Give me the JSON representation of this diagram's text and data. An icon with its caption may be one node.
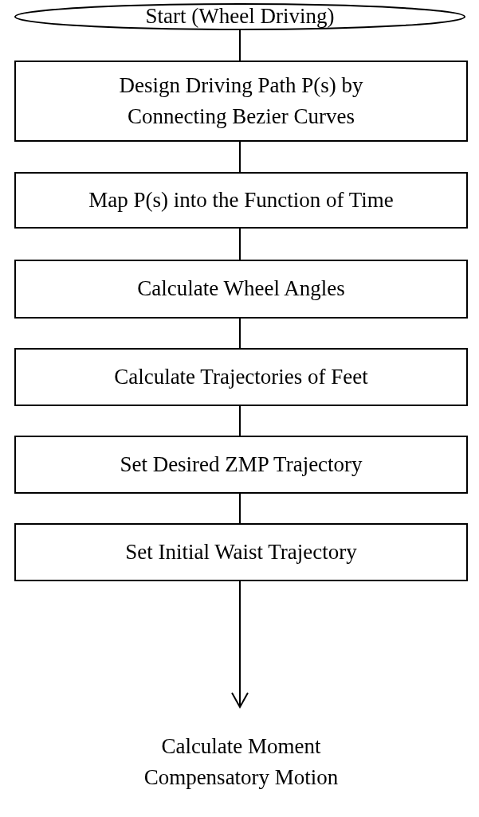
{
  "diagram": {
    "nodes": [
      {
        "text": [
          "Start (Wheel Driving)"
        ]
      },
      {
        "text": [
          "Design Driving Path P(s) by Connecting Bezier Curves"
        ]
      },
      {
        "text": [
          "Map P(s) into the Function of Time"
        ]
      },
      {
        "text": [
          "Calculate Wheel Angles"
        ]
      },
      {
        "text": [
          "Calculate Trajectories of Feet"
        ]
      },
      {
        "text": [
          "Set Desired ZMP Trajectory"
        ]
      },
      {
        "text": [
          "Set Initial Waist Trajectory"
        ]
      },
      {
        "text": [
          "Calculate Moment Compensatory Motion"
        ]
      }
    ],
    "edges": [
      {
        "from": 0,
        "to": 1,
        "arrow": "none"
      },
      {
        "from": 1,
        "to": 2,
        "arrow": "none"
      },
      {
        "from": 2,
        "to": 3,
        "arrow": "none"
      },
      {
        "from": 3,
        "to": 4,
        "arrow": "none"
      },
      {
        "from": 4,
        "to": 5,
        "arrow": "none"
      },
      {
        "from": 5,
        "to": 6,
        "arrow": "none"
      },
      {
        "from": 6,
        "to": 7,
        "arrow": "to"
      }
    ]
  }
}
